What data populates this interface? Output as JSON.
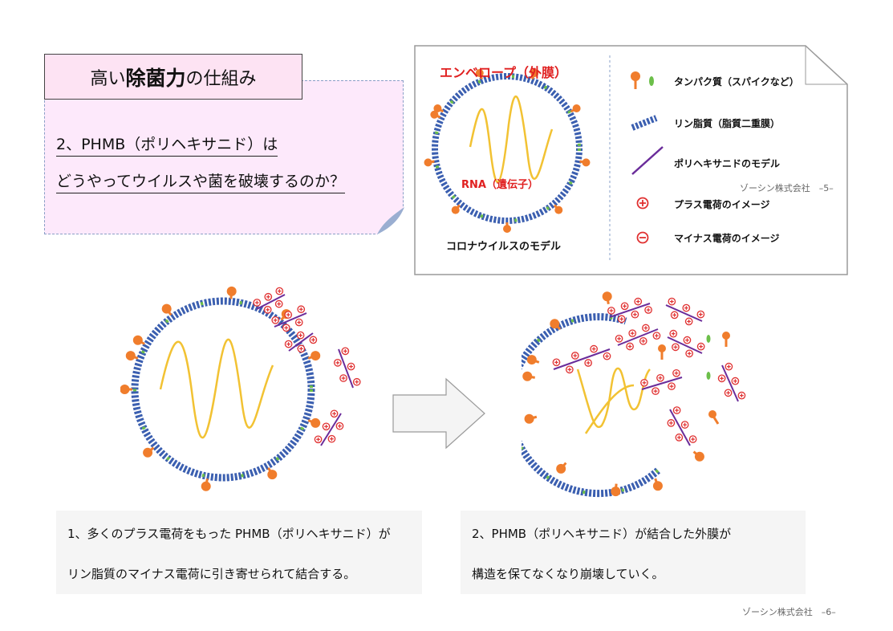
{
  "title": {
    "prefix": "高い",
    "emphasis": "除菌力",
    "suffix": " の仕組み"
  },
  "question": {
    "line1": "2、PHMB（ポリヘキサニド）は",
    "line2": "どうやってウイルスや菌を破壊するのか？"
  },
  "model": {
    "envelope_label": "エンベロープ（外膜）",
    "rna_label": "RNA（遺伝子）",
    "caption": "コロナウイルスのモデル"
  },
  "legend": {
    "items": [
      {
        "icon": "spike-protein-icon",
        "label": "タンパク質（スパイクなど）"
      },
      {
        "icon": "phospholipid-icon",
        "label": "リン脂質（脂質二重膜）"
      },
      {
        "icon": "polyhexanide-line-icon",
        "label": "ポリヘキサニドのモデル"
      },
      {
        "icon": "plus-charge-icon",
        "label": "プラス電荷のイメージ"
      },
      {
        "icon": "minus-charge-icon",
        "label": "マイナス電荷のイメージ"
      }
    ]
  },
  "captions": {
    "step1": {
      "line1": "1、多くのプラス電荷をもった PHMB（ポリヘキサニド）が",
      "line2": "リン脂質のマイナス電荷に引き寄せられて結合する。"
    },
    "step2": {
      "line1": "2、PHMB（ポリヘキサニド）が結合した外膜が",
      "line2": "構造を保てなくなり崩壊していく。"
    }
  },
  "page_marks": {
    "previous": "ゾーシン株式会社　–5–",
    "current": "ゾーシン株式会社　–6–"
  },
  "colors": {
    "membrane": "#3b5fb0",
    "membrane_dot": "#6cbf4a",
    "spike": "#f07d2c",
    "rna": "#f2c233",
    "phmb_line": "#6a2c9a",
    "charge": "#e03030",
    "label_red": "#e02020",
    "title_bg": "#fde3f3"
  }
}
